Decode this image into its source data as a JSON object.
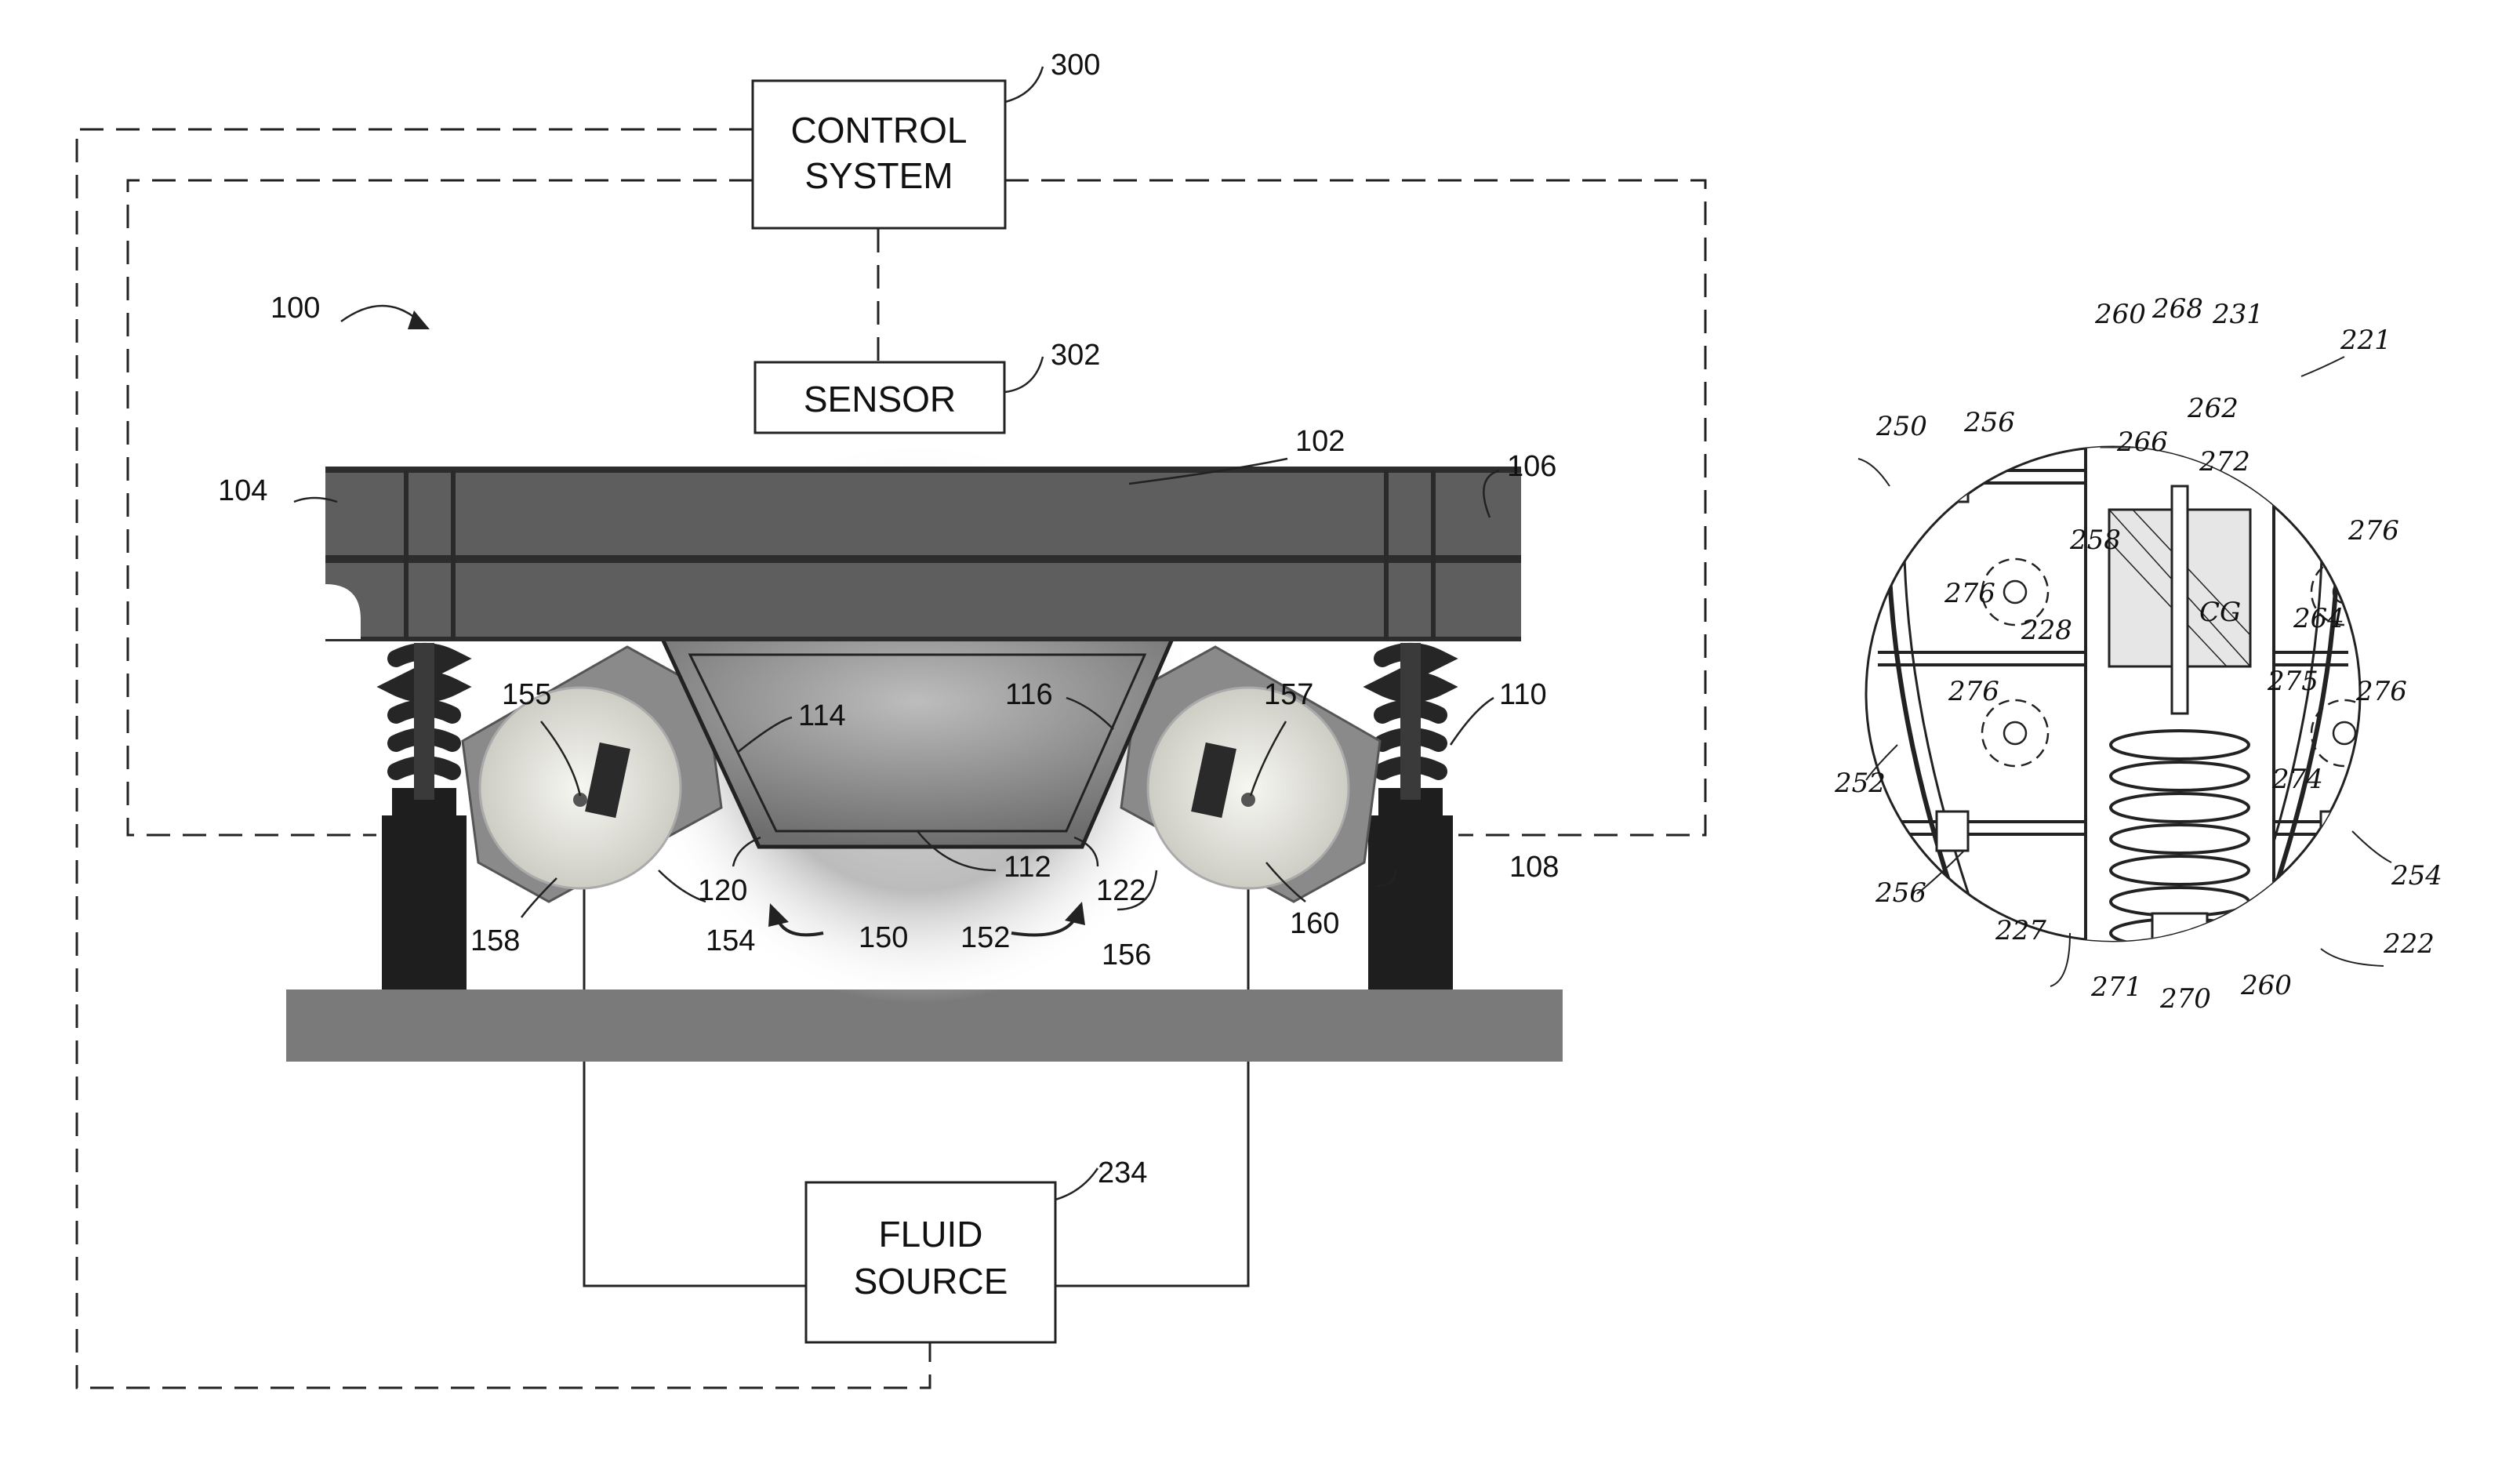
{
  "boxes": {
    "control_line1": "CONTROL",
    "control_line2": "SYSTEM",
    "sensor": "SENSOR",
    "fluid_line1": "FLUID",
    "fluid_line2": "SOURCE"
  },
  "refs": {
    "r300": "300",
    "r302": "302",
    "r100": "100",
    "r102": "102",
    "r104": "104",
    "r106": "106",
    "r108": "108",
    "r110": "110",
    "r112": "112",
    "r114": "114",
    "r116": "116",
    "r120": "120",
    "r122": "122",
    "r150": "150",
    "r152": "152",
    "r154": "154",
    "r155": "155",
    "r156": "156",
    "r157": "157",
    "r158": "158",
    "r160": "160",
    "r234": "234"
  },
  "detail_refs": {
    "d221": "221",
    "d222": "222",
    "d227": "227",
    "d228": "228",
    "d231": "231",
    "d250": "250",
    "d252": "252",
    "d254": "254",
    "d256a": "256",
    "d256b": "256",
    "d258": "258",
    "d260a": "260",
    "d260b": "260",
    "d262": "262",
    "d264": "264",
    "d266": "266",
    "d268": "268",
    "d270": "270",
    "d271": "271",
    "d272": "272",
    "d274": "274",
    "d275": "275",
    "d276a": "276",
    "d276b": "276",
    "d276c": "276",
    "d276d": "276",
    "dcg": "CG"
  }
}
